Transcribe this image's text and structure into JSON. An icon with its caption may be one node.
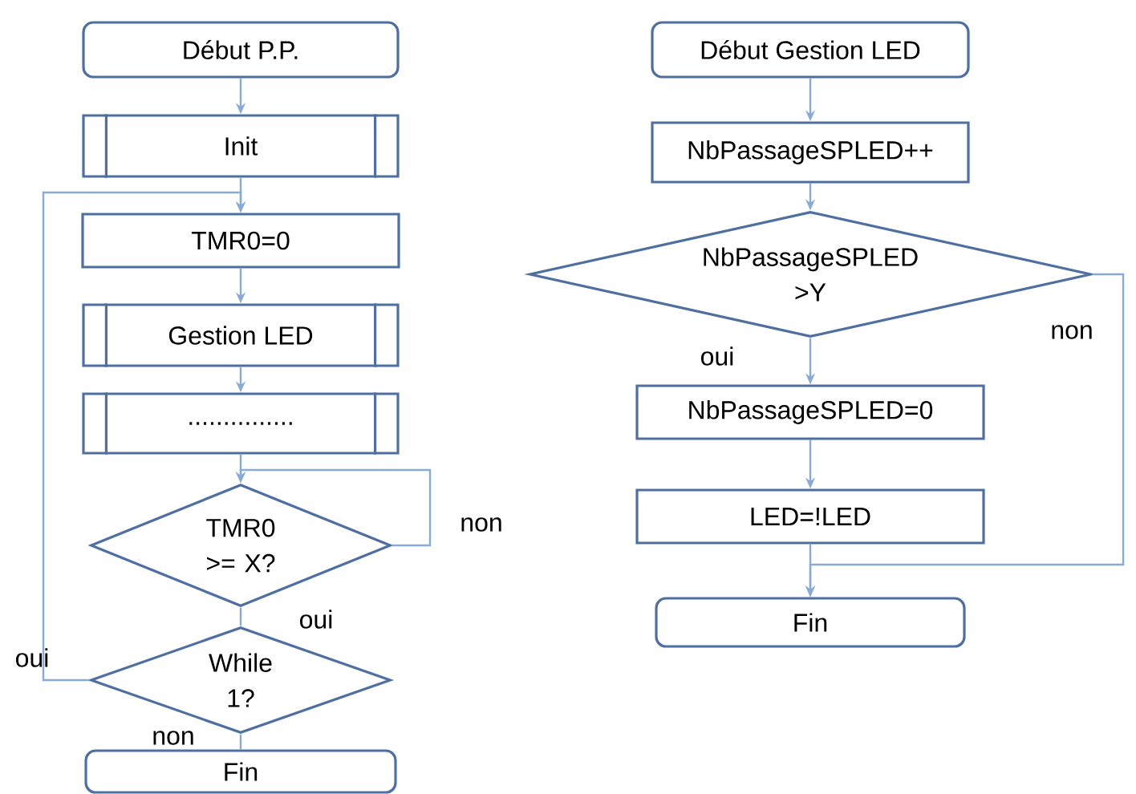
{
  "diagram": {
    "nodes": [
      {
        "text": [
          "Début P.P."
        ]
      },
      {
        "text": [
          "Init"
        ]
      },
      {
        "text": [
          "TMR0=0"
        ]
      },
      {
        "text": [
          "Gestion LED"
        ]
      },
      {
        "text": [
          "..............."
        ]
      },
      {
        "text": [
          "TMR0 >= X?"
        ]
      },
      {
        "text": [
          "While 1?"
        ]
      },
      {
        "text": [
          "Fin"
        ]
      },
      {
        "text": [
          "Début Gestion LED"
        ]
      },
      {
        "text": [
          "NbPassageSPLED++"
        ]
      },
      {
        "text": [
          "NbPassageSPLED >Y"
        ]
      },
      {
        "text": [
          "NbPassageSPLED=0"
        ]
      },
      {
        "text": [
          "LED=!LED"
        ]
      },
      {
        "text": [
          "Fin"
        ]
      }
    ],
    "edges": [
      {
        "from": 0,
        "to": 1,
        "arrow": "to"
      },
      {
        "from": 1,
        "to": 2,
        "arrow": "to"
      },
      {
        "from": 2,
        "to": 3,
        "arrow": "to"
      },
      {
        "from": 3,
        "to": 4,
        "arrow": "to"
      },
      {
        "from": 4,
        "to": 5,
        "arrow": "to"
      },
      {
        "from": 5,
        "to": 5,
        "arrow": "to",
        "label": "non"
      },
      {
        "from": 5,
        "to": 6,
        "arrow": "none",
        "label": "oui"
      },
      {
        "from": 6,
        "to": 2,
        "arrow": "to",
        "label": "oui"
      },
      {
        "from": 6,
        "to": 7,
        "arrow": "none",
        "label": "non"
      },
      {
        "from": 8,
        "to": 9,
        "arrow": "to"
      },
      {
        "from": 9,
        "to": 10,
        "arrow": "to"
      },
      {
        "from": 10,
        "to": 11,
        "arrow": "to",
        "label": "oui"
      },
      {
        "from": 10,
        "to": 13,
        "arrow": "to",
        "label": "non"
      },
      {
        "from": 11,
        "to": 12,
        "arrow": "to"
      },
      {
        "from": 12,
        "to": 13,
        "arrow": "to"
      }
    ]
  }
}
